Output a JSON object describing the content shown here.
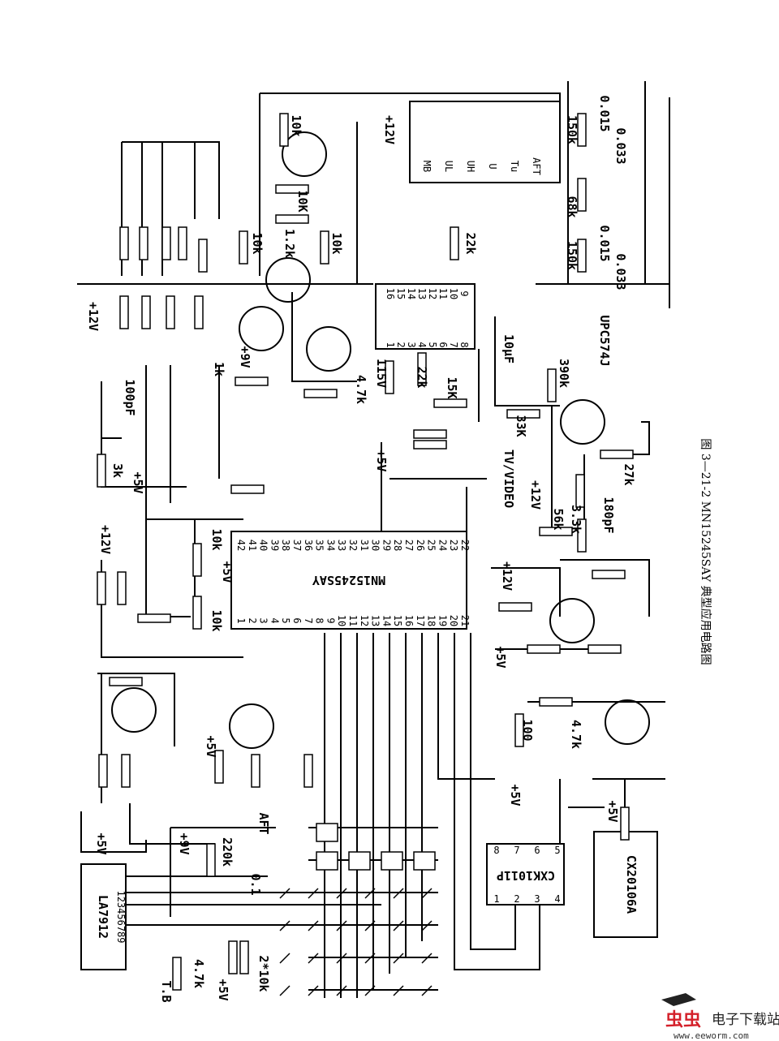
{
  "caption": "图 3—21-2  MN15245SAY 典型应用电路图",
  "chips": {
    "main": "MN15245SAY",
    "main_pins_top": [
      "42",
      "41",
      "40",
      "39",
      "38",
      "37",
      "36",
      "35",
      "34",
      "33",
      "32",
      "31",
      "30",
      "29",
      "28",
      "27",
      "26",
      "25",
      "24",
      "23",
      "22"
    ],
    "main_pins_bottom": [
      "1",
      "2",
      "3",
      "4",
      "5",
      "6",
      "7",
      "8",
      "9",
      "10",
      "11",
      "12",
      "13",
      "14",
      "15",
      "16",
      "17",
      "18",
      "19",
      "20",
      "21"
    ],
    "decoder_pins_top": [
      "16",
      "15",
      "14",
      "13",
      "12",
      "11",
      "10",
      "9"
    ],
    "decoder_pins_bottom": [
      "1",
      "2",
      "3",
      "4",
      "5",
      "6",
      "7",
      "8"
    ],
    "band_box": [
      "MB",
      "UL",
      "UH",
      "U",
      "Tu",
      "AFT"
    ],
    "la7912": "LA7912",
    "la7912_pins": "123456789",
    "cxk": "CXK1011P",
    "cxk_pins_top": [
      "8",
      "7",
      "6",
      "5"
    ],
    "cxk_pins_bottom": [
      "1",
      "2",
      "3",
      "4"
    ],
    "cx": "CX20106A",
    "upc": "UPC574J"
  },
  "labels": {
    "p12v_a": "+12V",
    "c100pf": "100pF",
    "r3k": "3k",
    "p5v_a": "+5V",
    "p12v_b": "+12V",
    "r10k_a": "10k",
    "p5v_b": "+5V",
    "r10k_b": "10k",
    "r1k": "1k",
    "p9v_a": "+9V",
    "r10k_c": "10k",
    "r1_2k": "1.2k",
    "r10k_d": "10k",
    "r10k_e": "10K",
    "r10k_f": "10k",
    "r4_7k_a": "4.7k",
    "r115v": "115V",
    "p12v_c": "+12V",
    "r22k_a": "22k",
    "r22k_b": "22k",
    "r15k": "15K",
    "p5v_c": "+5V",
    "tvvideo": "TV/VIDEO",
    "p12v_d": "+12V",
    "r56k": "56k",
    "r3_3k": "3.3k",
    "c180pf": "180pF",
    "r27k": "27k",
    "r33k": "33K",
    "r390k": "390k",
    "c10uf": "10μF",
    "r150k_a": "150k",
    "r68k": "68k",
    "r150k_b": "150k",
    "c0015_a": "0.015",
    "c0033_a": "0.033",
    "c0015_b": "0.015",
    "c0033_b": "0.033",
    "p12v_e": "+12V",
    "p5v_d": "+5V",
    "r100": "100",
    "r4_7k_b": "4.7k",
    "p5v_e": "+5V",
    "p5v_f": "+5V",
    "p5v_g": "+5V",
    "aft": "AFT",
    "p9v_b": "+9V",
    "r220k": "220k",
    "c0_1": "0.1",
    "p5v_h": "+5V",
    "tb": "T.B",
    "r4_7k_c": "4.7k",
    "p5v_i": "+5V",
    "r2x10k": "2*10k"
  },
  "watermark": {
    "logo": "虫虫",
    "name": "电子下载站",
    "url": "www.eeworm.com"
  }
}
